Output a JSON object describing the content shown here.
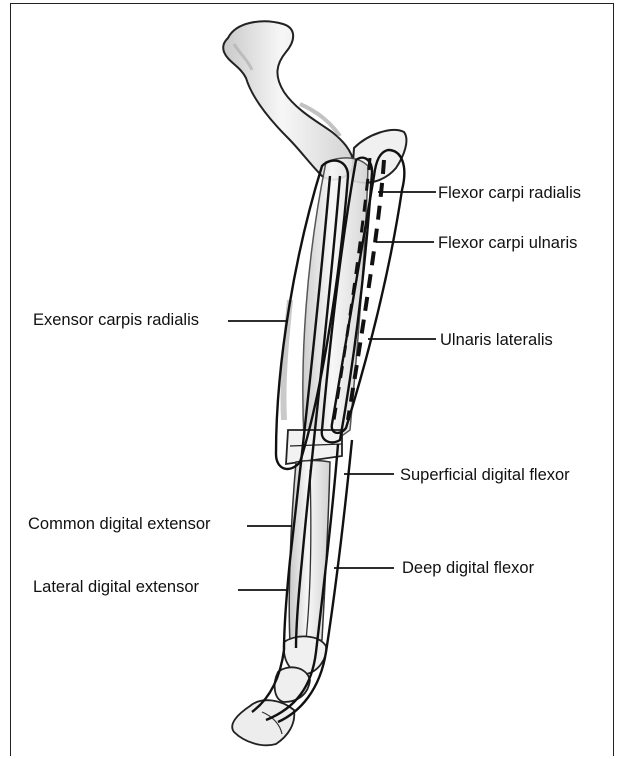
{
  "diagram": {
    "labels": {
      "flexor_carpi_radialis": "Flexor carpi radialis",
      "flexor_carpi_ulnaris": "Flexor carpi ulnaris",
      "extensor_carpi_radialis": "Exensor carpis radialis",
      "ulnaris_lateralis": "Ulnaris lateralis",
      "superficial_digital_flexor": "Superficial digital flexor",
      "common_digital_extensor": "Common digital extensor",
      "deep_digital_flexor": "Deep digital flexor",
      "lateral_digital_extensor": "Lateral digital extensor"
    },
    "colors": {
      "outline": "#111111",
      "bone_fill": "#f4f4f4",
      "bone_shade": "#bdbdbd"
    }
  }
}
